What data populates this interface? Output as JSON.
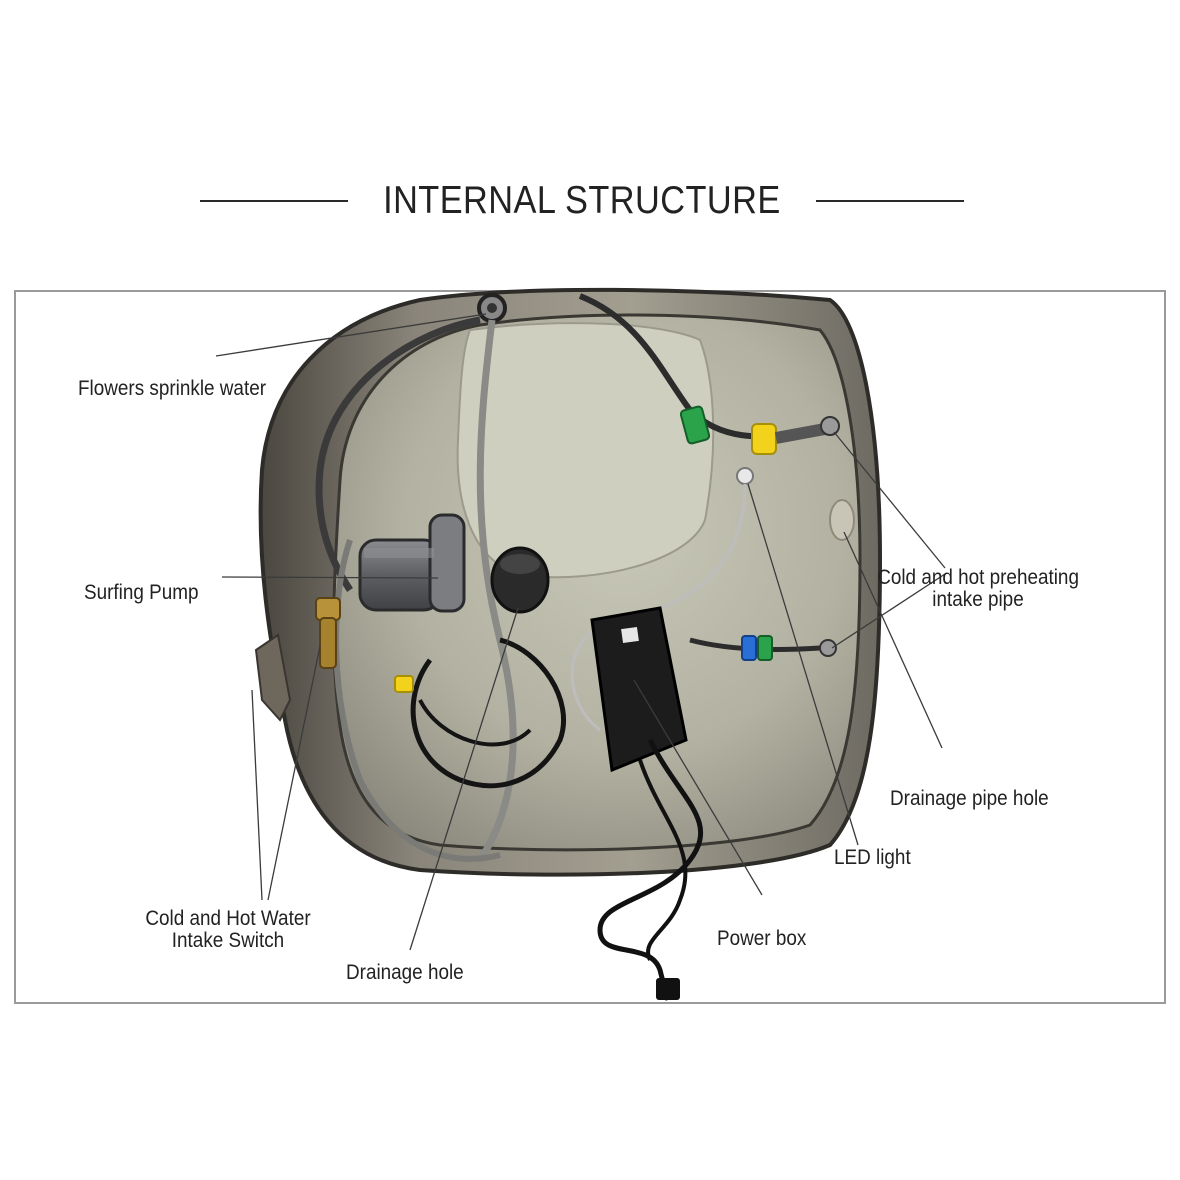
{
  "title": "INTERNAL STRUCTURE",
  "labels": {
    "flowers_sprinkle_water": "Flowers sprinkle water",
    "surfing_pump": "Surfing Pump",
    "cold_hot_water_intake_switch_line1": "Cold and Hot Water",
    "cold_hot_water_intake_switch_line2": "Intake Switch",
    "drainage_hole": "Drainage hole",
    "power_box": "Power box",
    "led_light": "LED light",
    "drainage_pipe_hole": "Drainage pipe hole",
    "preheating_pipe_line1": "Cold and hot preheating",
    "preheating_pipe_line2": "intake pipe"
  },
  "colors": {
    "shell_outer": "#5e5a52",
    "shell_inner": "#b9b8a8",
    "pump": "#6b6d70",
    "power_box": "#1c1c1c",
    "connector_green": "#2aa34a",
    "connector_yellow": "#f2d21b",
    "connector_blue": "#2a6fd6"
  }
}
